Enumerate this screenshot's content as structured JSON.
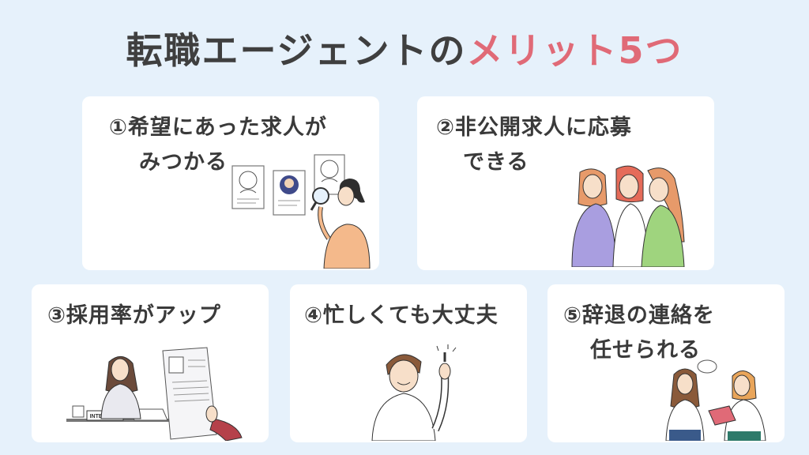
{
  "title": {
    "main": "転職エージェントの",
    "accent": "メリット5つ"
  },
  "colors": {
    "background": "#e6f1fb",
    "card": "#ffffff",
    "accent": "#e06a77",
    "text": "#3a3a3a"
  },
  "cards": [
    {
      "line1": "①希望にあった求人が",
      "line2": "みつかる"
    },
    {
      "line1": "②非公開求人に応募",
      "line2": "できる"
    },
    {
      "line1": "③採用率がアップ",
      "line2": ""
    },
    {
      "line1": "④忙しくても大丈夫",
      "line2": ""
    },
    {
      "line1": "⑤辞退の連絡を",
      "line2": "任せられる"
    }
  ],
  "illustrations": {
    "interview_sign": "INTERVIEW"
  }
}
